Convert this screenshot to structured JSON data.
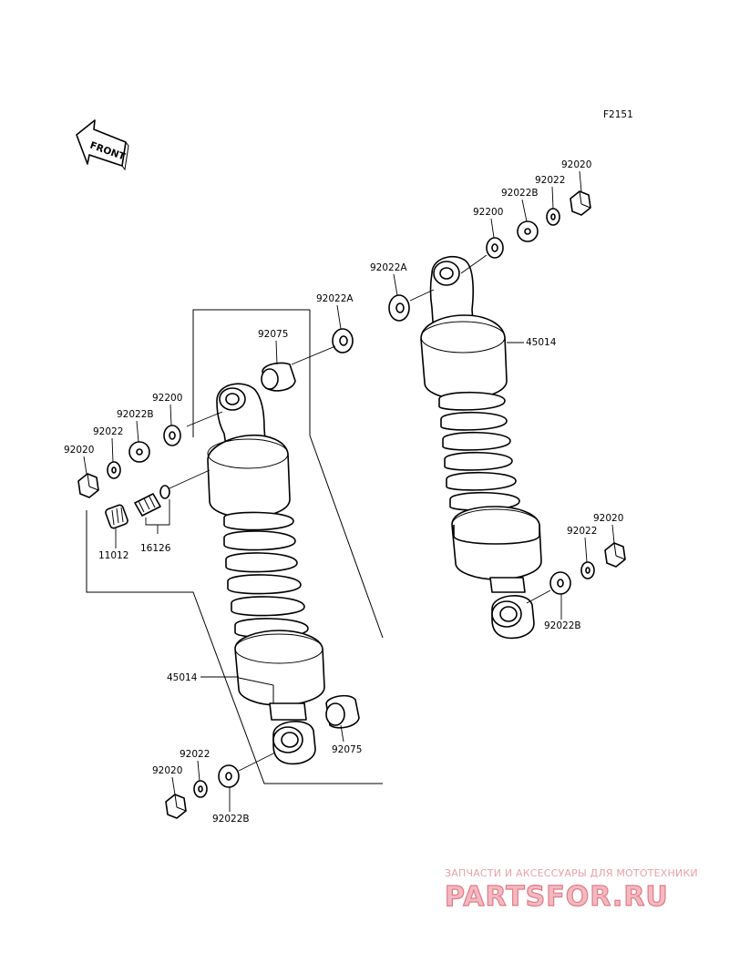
{
  "figure_code": "F2151",
  "front_arrow_label": "FRONT",
  "labels": {
    "r_92020_top": "92020",
    "r_92022_top": "92022",
    "r_92022B_top": "92022B",
    "r_92200_top": "92200",
    "r_92022A_top": "92022A",
    "r_45014": "45014",
    "r_92020_bot": "92020",
    "r_92022_bot": "92022",
    "r_92022B_bot": "92022B",
    "l_92022A_top": "92022A",
    "l_92075_top": "92075",
    "l_92200_top": "92200",
    "l_92022B_top": "92022B",
    "l_92022_top": "92022",
    "l_92020_top": "92020",
    "l_11012": "11012",
    "l_16126": "16126",
    "l_45014": "45014",
    "l_92075_bot": "92075",
    "l_92022_bot": "92022",
    "l_92020_bot": "92020",
    "l_92022B_bot": "92022B"
  },
  "watermark": {
    "tagline": "ЗАПЧАСТИ И АКСЕССУАРЫ ДЛЯ МОТОТЕХНИКИ",
    "brand": "PARTSFOR.RU"
  }
}
